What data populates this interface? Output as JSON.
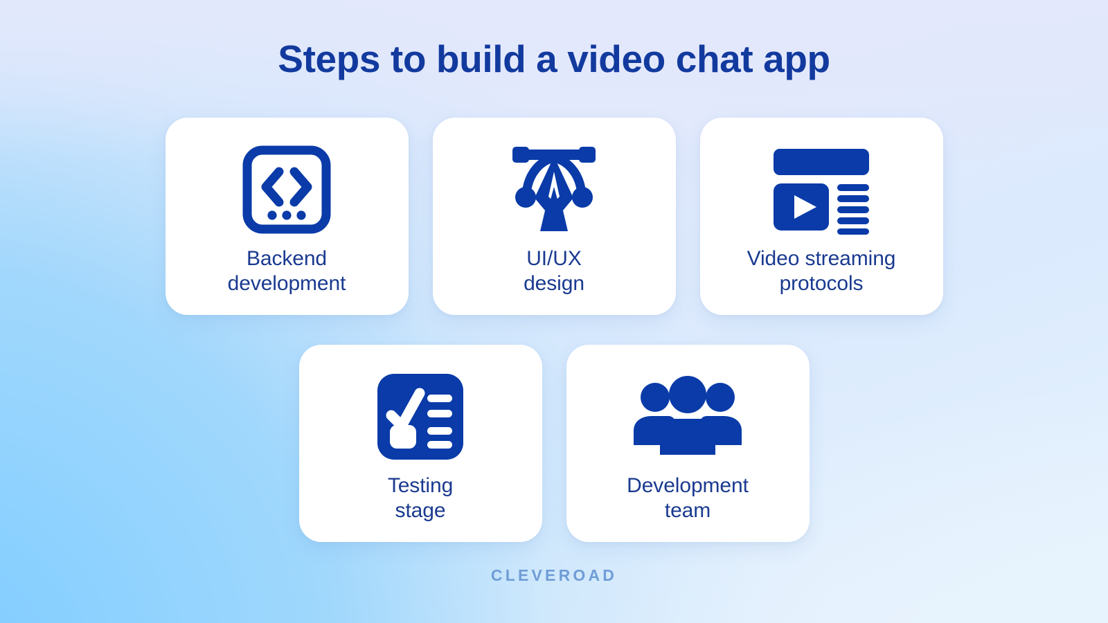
{
  "title": "Steps to build a video chat app",
  "footer": {
    "brand": "CLEVEROAD"
  },
  "colors": {
    "title_text": "#123a9e",
    "card_label_text": "#1a3a90",
    "icon_blue": "#0a3ba8",
    "card_background": "#ffffff",
    "footer_text": "#6f9dd6",
    "background_top": "#e3e8fc",
    "background_bottom_left": "#8ed0fb",
    "background_bottom_right": "#e8f4fd"
  },
  "rows": [
    {
      "cards": [
        {
          "icon": "code-brackets-icon",
          "label": "Backend\ndevelopment"
        },
        {
          "icon": "pen-tool-icon",
          "label": "UI/UX\ndesign"
        },
        {
          "icon": "video-player-list-icon",
          "label": "Video streaming\nprotocols"
        }
      ]
    },
    {
      "cards": [
        {
          "icon": "checklist-icon",
          "label": "Testing\nstage"
        },
        {
          "icon": "people-group-icon",
          "label": "Development\nteam"
        }
      ]
    }
  ]
}
